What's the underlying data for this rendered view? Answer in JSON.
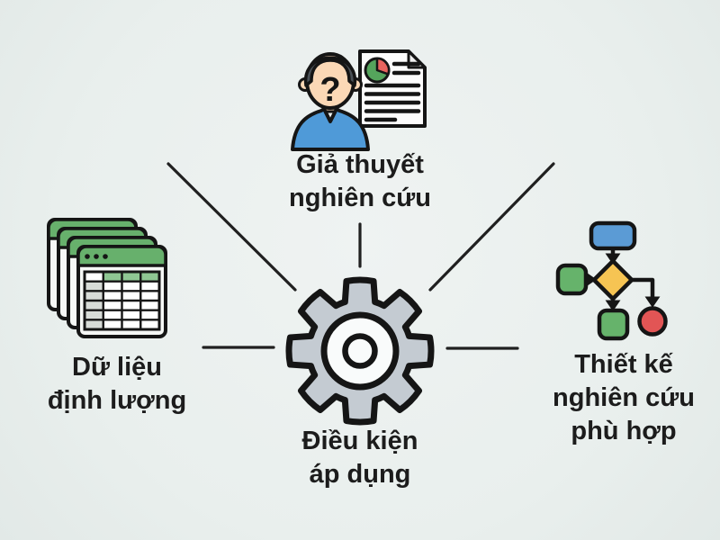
{
  "diagram": {
    "background": "#e9efed",
    "connector_color": "#202020",
    "text_color": "#1c1c1c",
    "center": {
      "icon": "gear-icon",
      "label_line1": "Điều kiện",
      "label_line2": "áp dụng",
      "gear_fill": "#c4cbd2",
      "gear_inner": "#f9fbfb"
    },
    "top": {
      "icon": "researcher-document-icon",
      "label_line1": "Giả thuyết",
      "label_line2": "nghiên cứu",
      "question_mark": "?",
      "shirt_color": "#4f9ad8",
      "skin_color": "#fbd8b6",
      "hair_color": "#4a5157",
      "paper_color": "#fcfcfc",
      "fold_color": "#efefef",
      "pie_green": "#55a45c",
      "pie_red": "#e8645e"
    },
    "left": {
      "icon": "spreadsheet-stack-icon",
      "label_line1": "Dữ liệu",
      "label_line2": "định lượng",
      "window_green": "#67b06c",
      "header_cell_green": "#8fc693",
      "window_body": "#f6f8f6",
      "cell_gray": "#d7dbd7"
    },
    "right": {
      "icon": "flowchart-icon",
      "label_line1": "Thiết kế",
      "label_line2": "nghiên cứu",
      "label_line3": "phù hợp",
      "node_blue": "#5b9bd5",
      "node_green": "#66b36b",
      "node_yellow": "#f6c453",
      "node_red": "#e25555"
    }
  }
}
